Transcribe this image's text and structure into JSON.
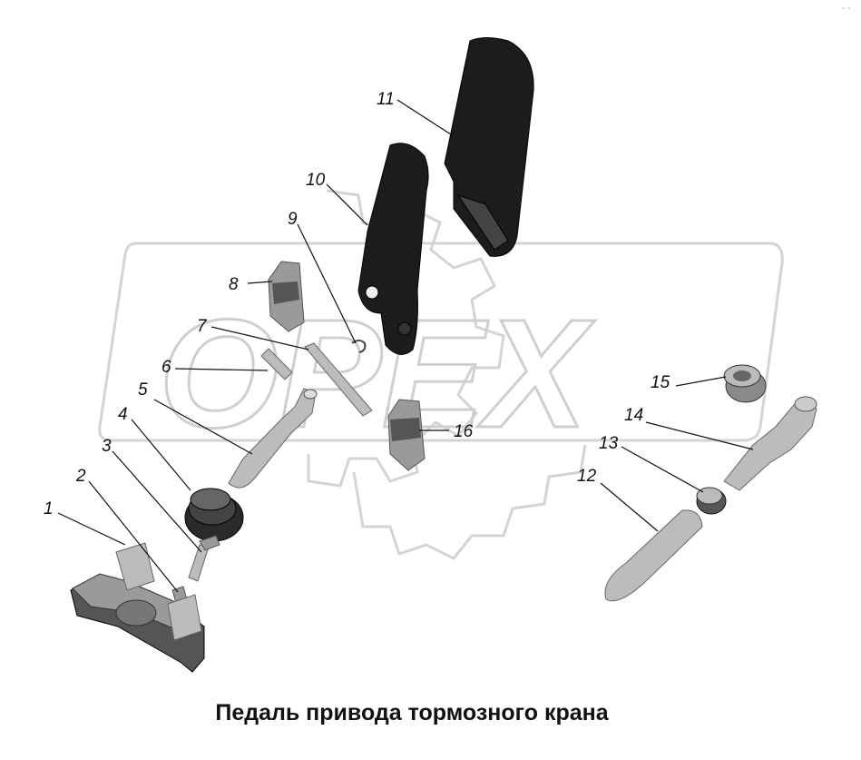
{
  "title": "Педаль привода тормозного крана",
  "watermark": "OPEX",
  "corner_mark": "- -",
  "callouts": [
    {
      "id": "label-1",
      "text": "1"
    },
    {
      "id": "label-2",
      "text": "2"
    },
    {
      "id": "label-3",
      "text": "3"
    },
    {
      "id": "label-4",
      "text": "4"
    },
    {
      "id": "label-5",
      "text": "5"
    },
    {
      "id": "label-6",
      "text": "6"
    },
    {
      "id": "label-7",
      "text": "7"
    },
    {
      "id": "label-8",
      "text": "8"
    },
    {
      "id": "label-9",
      "text": "9"
    },
    {
      "id": "label-10",
      "text": "10"
    },
    {
      "id": "label-11",
      "text": "11"
    },
    {
      "id": "label-12",
      "text": "12"
    },
    {
      "id": "label-13",
      "text": "13"
    },
    {
      "id": "label-14",
      "text": "14"
    },
    {
      "id": "label-15",
      "text": "15"
    },
    {
      "id": "label-16",
      "text": "16"
    }
  ]
}
